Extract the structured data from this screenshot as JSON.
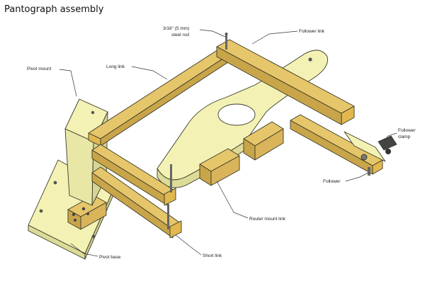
{
  "title": "Pantograph assembly",
  "labels": {
    "steel_rod_line1": "3/16\" (5 mm)",
    "steel_rod_line2": "steel rod",
    "follower_link": "Follower link",
    "long_link": "Long link",
    "pivot_mount": "Pivot mount",
    "follower_clamp_line1": "Follower",
    "follower_clamp_line2": "clamp",
    "follower": "Follower",
    "router_mount_link": "Router mount link",
    "short_link": "Short link",
    "pivot_base": "Pivot base"
  },
  "colors": {
    "wood_light": "#f3f2b4",
    "wood_light_shade": "#dcdb98",
    "wood_pine": "#e6c66a",
    "wood_pine_shade": "#c9a54a",
    "end_grain": "#e2b84e"
  }
}
